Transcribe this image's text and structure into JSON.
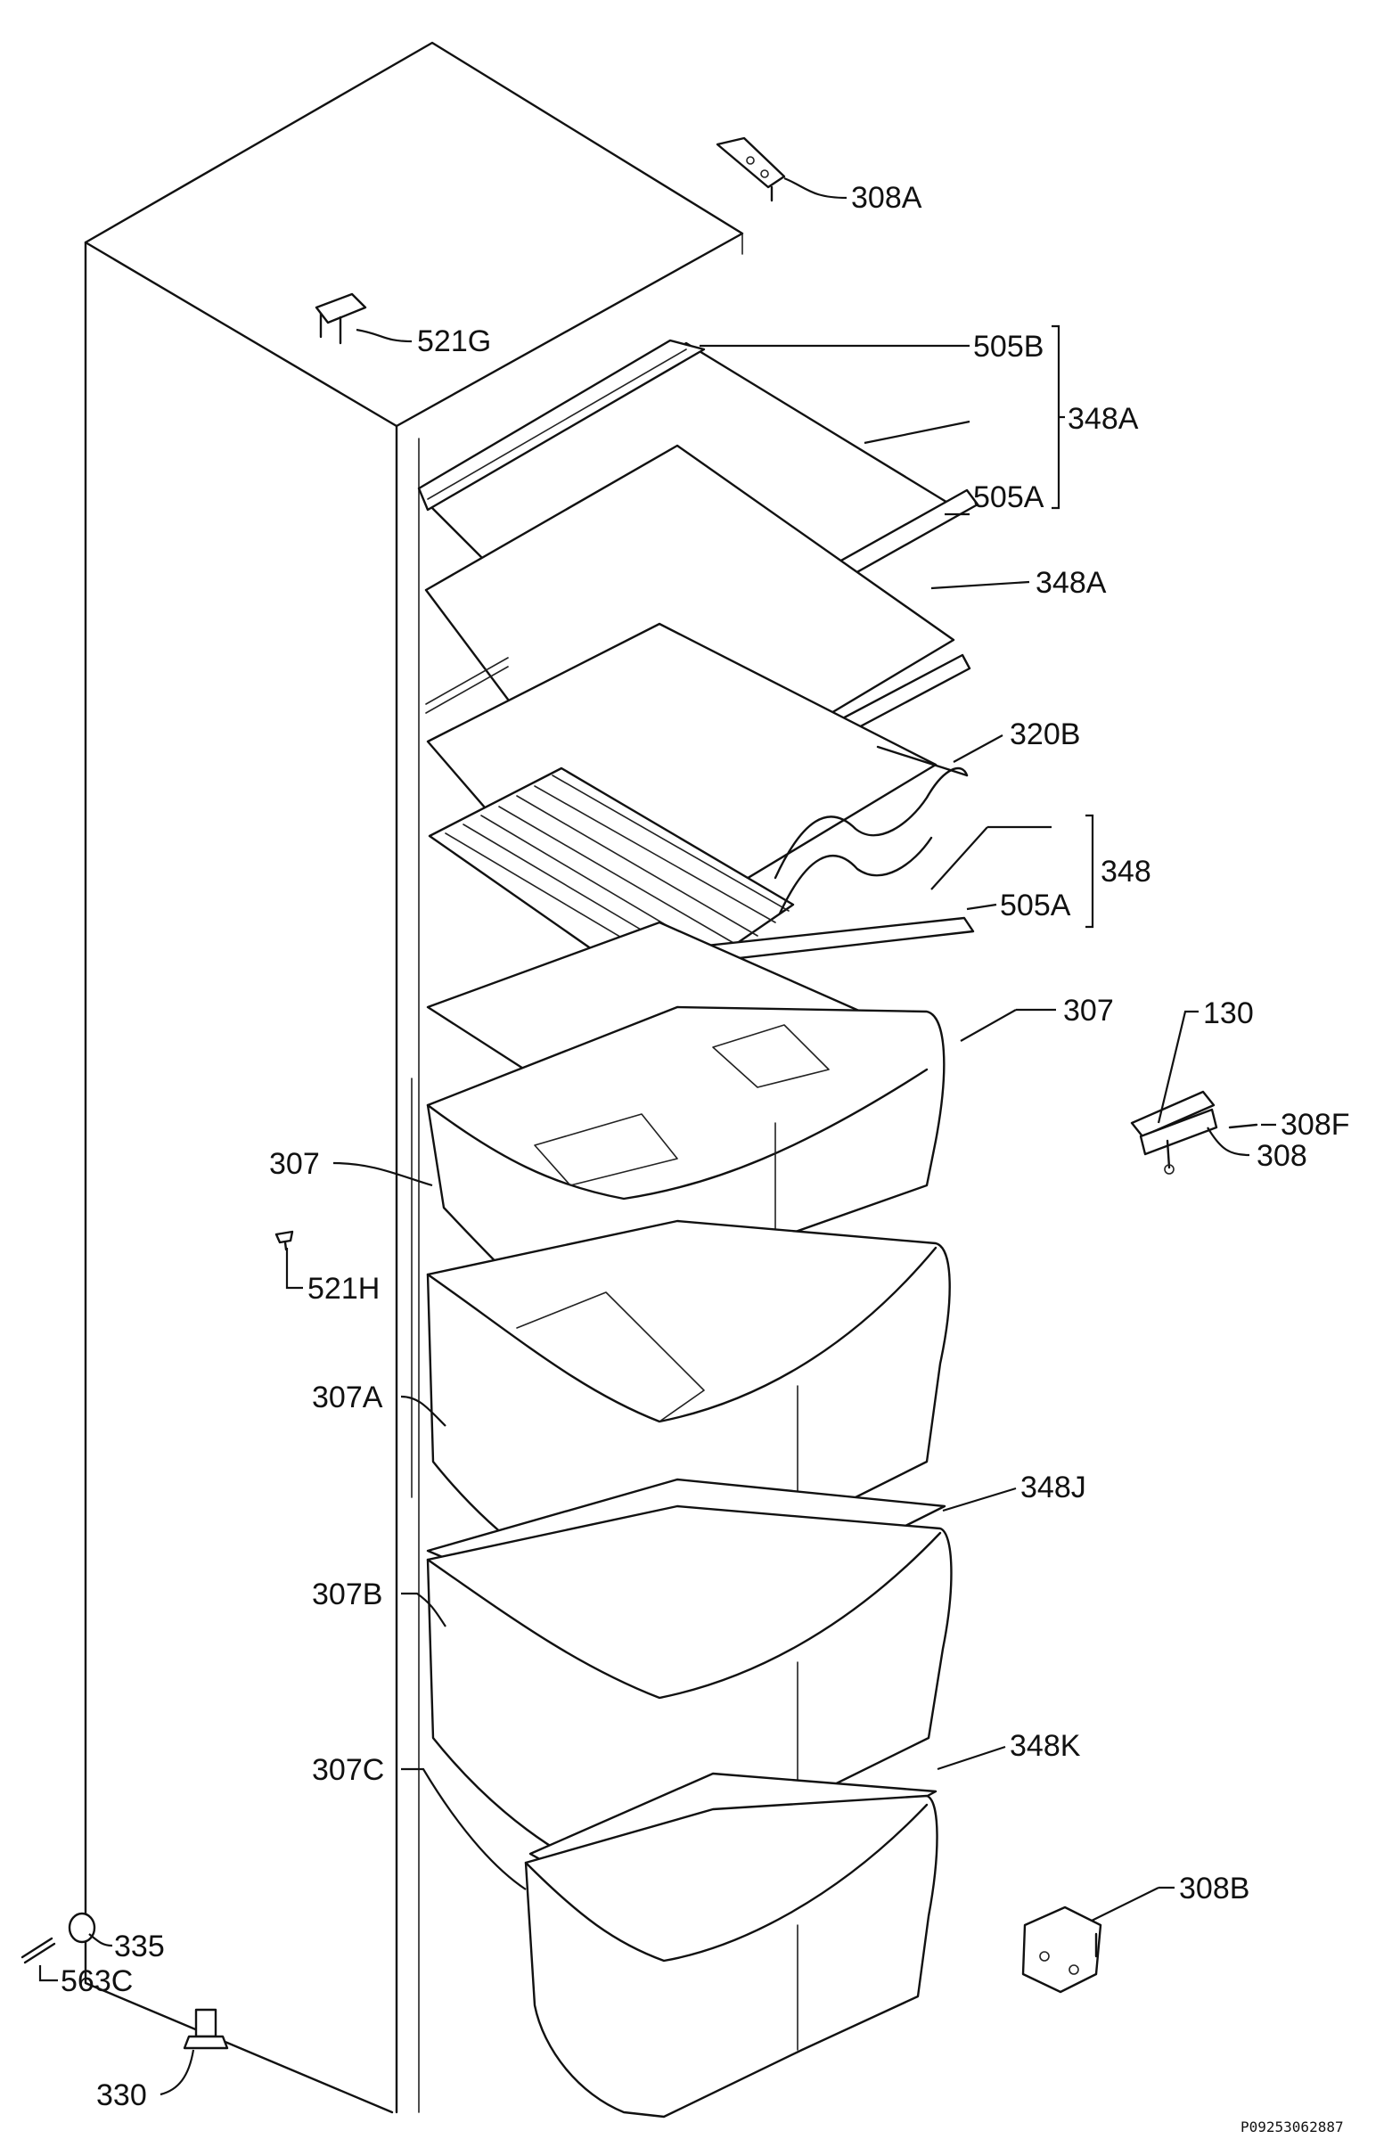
{
  "labels": {
    "l308A": "308A",
    "l521G": "521G",
    "l505B": "505B",
    "l348A_1": "348A",
    "l505A_1": "505A",
    "l348A_2": "348A",
    "l320B": "320B",
    "l348": "348",
    "l505A_2": "505A",
    "l307_right": "307",
    "l130": "130",
    "l308F": "308F",
    "l308": "308",
    "l307_left": "307",
    "l521H": "521H",
    "l307A": "307A",
    "l348J": "348J",
    "l307B": "307B",
    "l348K": "348K",
    "l307C": "307C",
    "l308B": "308B",
    "l335": "335",
    "l563C": "563C",
    "l330": "330"
  },
  "doc_code": "P09253062887"
}
